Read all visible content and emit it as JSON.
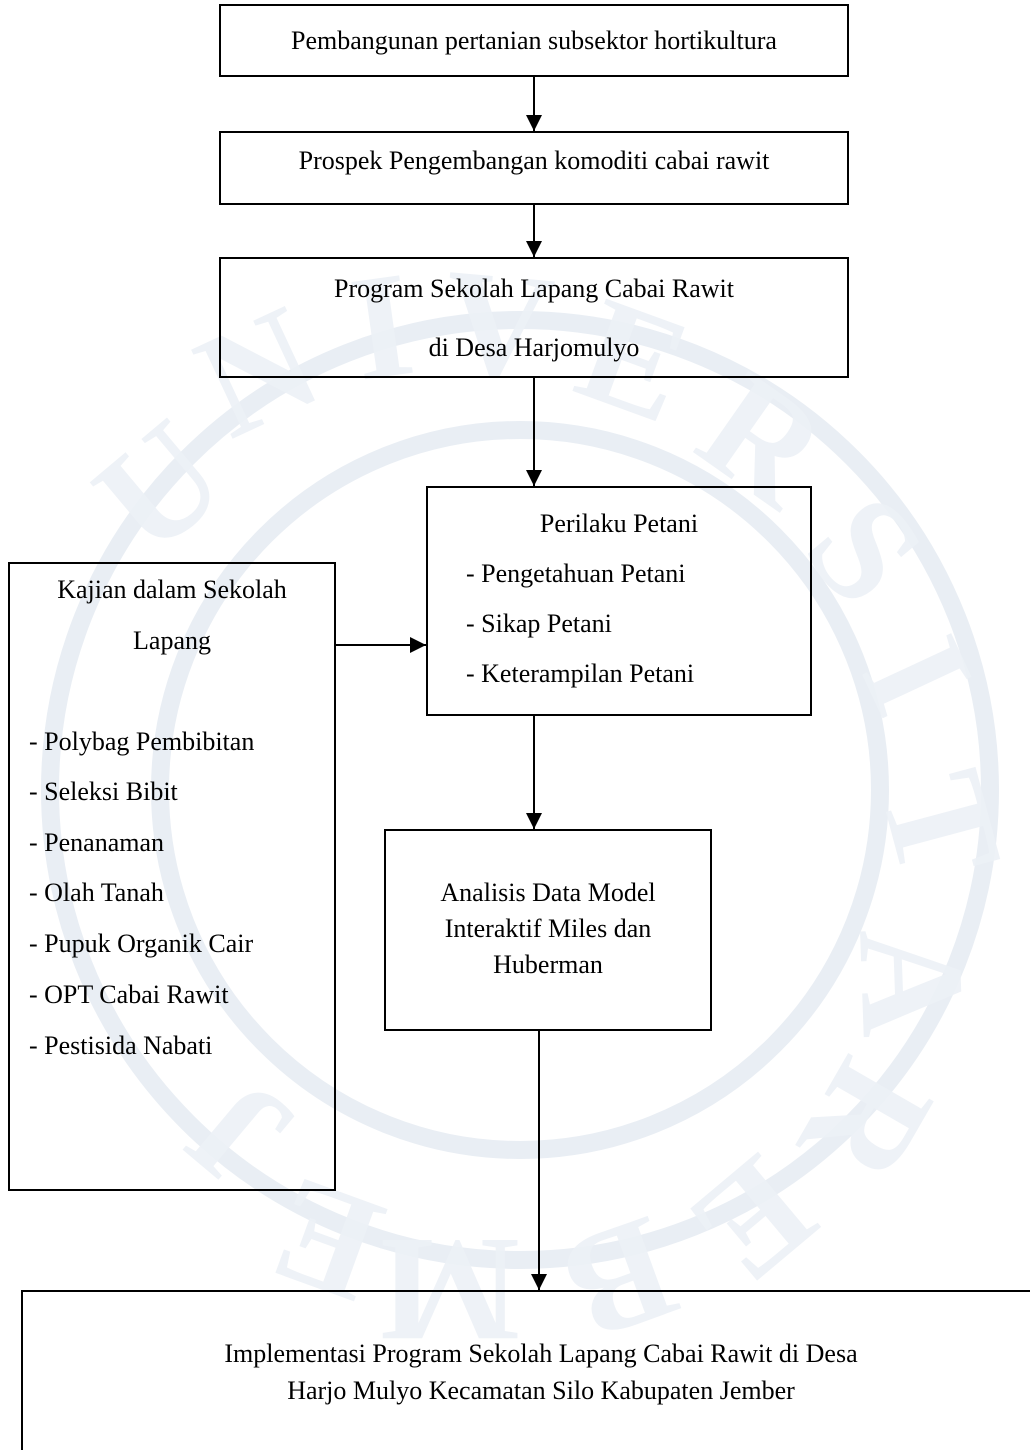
{
  "boxes": {
    "b1": {
      "text": "Pembangunan pertanian subsektor hortikultura"
    },
    "b2": {
      "text": "Prospek Pengembangan komoditi cabai rawit"
    },
    "b3": {
      "line1": "Program Sekolah Lapang Cabai Rawit",
      "line2": "di Desa Harjomulyo"
    },
    "perilaku": {
      "title": "Perilaku Petani",
      "items": [
        "- Pengetahuan Petani",
        "- Sikap Petani",
        "- Keterampilan Petani"
      ]
    },
    "kajian": {
      "title1": "Kajian dalam Sekolah",
      "title2": "Lapang",
      "items": [
        "- Polybag Pembibitan",
        "- Seleksi Bibit",
        "- Penanaman",
        "- Olah Tanah",
        "- Pupuk Organik Cair",
        "- OPT Cabai Rawit",
        "- Pestisida Nabati"
      ]
    },
    "analisis": {
      "line1": "Analisis Data Model",
      "line2": "Interaktif Miles dan",
      "line3": "Huberman"
    },
    "implementasi": {
      "line1": "Implementasi Program Sekolah Lapang Cabai Rawit di Desa",
      "line2": "Harjo Mulyo Kecamatan Silo Kabupaten Jember"
    }
  },
  "colors": {
    "line": "#000000",
    "watermark": "#e9eef4"
  }
}
